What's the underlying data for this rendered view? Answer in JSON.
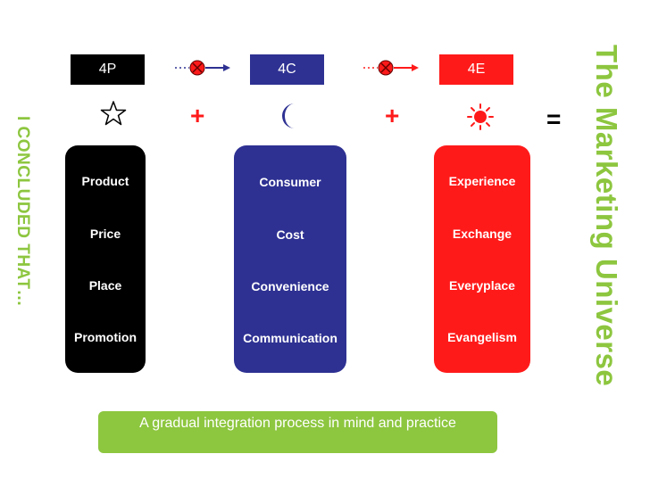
{
  "headers": {
    "p": "4P",
    "c": "4C",
    "e": "4E"
  },
  "operators": {
    "plus": "+",
    "equals": "="
  },
  "columns": {
    "p": [
      "Product",
      "Price",
      "Place",
      "Promotion"
    ],
    "c": [
      "Consumer",
      "Cost",
      "Convenience",
      "Communication"
    ],
    "e": [
      "Experience",
      "Exchange",
      "Everyplace",
      "Evangelism"
    ]
  },
  "icons": {
    "p": "star-icon",
    "c": "crescent-moon-icon",
    "e": "sun-icon",
    "arrow": "blocked-arrow-icon"
  },
  "bottom_text": "A gradual integration process in mind and practice",
  "left_title": "I CONCLUDED THAT…",
  "right_title": "The Marketing Universe",
  "colors": {
    "black": "#000000",
    "blue": "#2e3192",
    "red": "#ff1a1a",
    "green": "#8dc63f"
  }
}
